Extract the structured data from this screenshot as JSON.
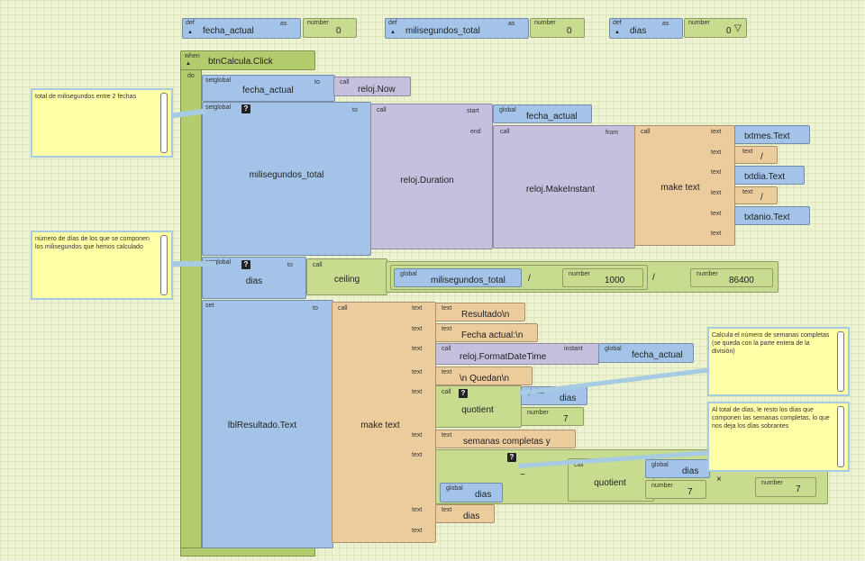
{
  "globals": [
    {
      "kw": "def",
      "name": "fecha_actual",
      "as": "as",
      "vkw": "number",
      "value": "0"
    },
    {
      "kw": "def",
      "name": "milisegundos_total",
      "as": "as",
      "vkw": "number",
      "value": "0"
    },
    {
      "kw": "def",
      "name": "dias",
      "as": "as",
      "vkw": "number",
      "value": "0"
    }
  ],
  "event": {
    "when": "when",
    "do": "do",
    "name": "btnCalcula.Click"
  },
  "kw": {
    "setglobal": "setglobal",
    "set": "set",
    "to": "to",
    "call": "call",
    "global": "global",
    "text": "text",
    "number": "number",
    "start": "start",
    "end": "end",
    "from": "from",
    "instant": "instant",
    "warn": "?"
  },
  "stmt1": {
    "var": "fecha_actual",
    "call": "reloj.Now"
  },
  "stmt2": {
    "var": "milisegundos_total",
    "fn": "reloj.Duration",
    "start_var": "fecha_actual",
    "end_fn": "reloj.MakeInstant",
    "make": "make text",
    "parts": [
      "txtmes.Text",
      "/",
      "txtdia.Text",
      "/",
      "txtanio.Text",
      ""
    ]
  },
  "stmt3": {
    "var": "dias",
    "fn": "ceiling",
    "g": "milisegundos_total",
    "op1": "/",
    "n1": "1000",
    "op2": "/",
    "n2": "86400"
  },
  "stmt4": {
    "target": "lblResultado.Text",
    "make": "make text",
    "t1": "Resultado\\n",
    "t2": "Fecha actual:\\n",
    "fmt": "reloj.FormatDateTime",
    "fmt_var": "fecha_actual",
    "t3": "\\n Quedan\\n",
    "q": "quotient",
    "q_var": "dias",
    "q_num": "7",
    "t4": "semanas completas y",
    "minus": "−",
    "m_var": "dias",
    "q2": "quotient",
    "q2_var": "dias",
    "q2_num": "7",
    "times": "×",
    "times_num": "7",
    "t5": "dias"
  },
  "comments": [
    "total de milisegundos entre 2 fechas",
    "número de días de los que se componen los milisegundos que hemos calculado",
    "Calcula el número de semanas completas (se queda con la parte entera de la división)",
    "Al total de días, le resto los días que componen las semanas completas, lo que nos deja los días sobrantes"
  ]
}
